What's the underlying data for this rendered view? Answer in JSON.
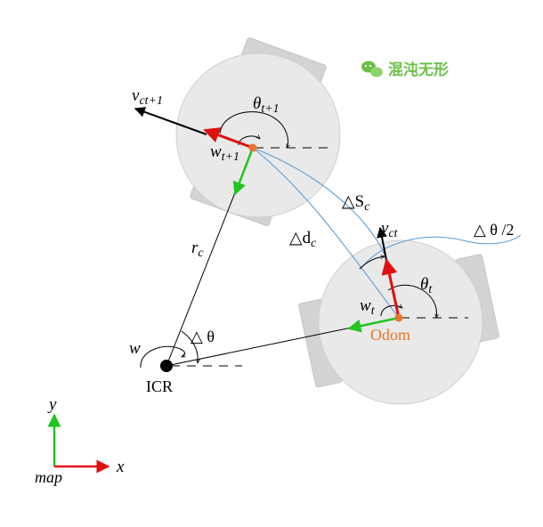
{
  "labels": {
    "v_next": "v",
    "v_next_sub": "ct+1",
    "theta_next": "θ",
    "theta_next_sub": "t+1",
    "w_next": "w",
    "w_next_sub": "t+1",
    "delta_s": "△S",
    "delta_s_sub": "c",
    "delta_d": "△d",
    "delta_d_sub": "c",
    "r": "r",
    "r_sub": "c",
    "v_curr": "v",
    "v_curr_sub": "ct",
    "half_theta": "△ θ /2",
    "theta_curr": "θ",
    "theta_curr_sub": "t",
    "w_curr": "w",
    "w_curr_sub": "t",
    "odom": "Odom",
    "w_icr": "w",
    "delta_theta": "△ θ",
    "icr": "ICR",
    "axis_y": "y",
    "axis_x": "x",
    "map": "map",
    "watermark": "混沌无形"
  },
  "colors": {
    "robot_fill": "#e9e9e9",
    "robot_stroke": "#cfcfcf",
    "wheel_fill": "#d3d3d3",
    "arc_blue": "#5b9bd5",
    "vel_red": "#e01010",
    "green": "#22c422",
    "odom_orange": "#e8782c",
    "watermark_green": "#6cc04a"
  },
  "icons": {
    "watermark_logo": "wechat-icon"
  }
}
